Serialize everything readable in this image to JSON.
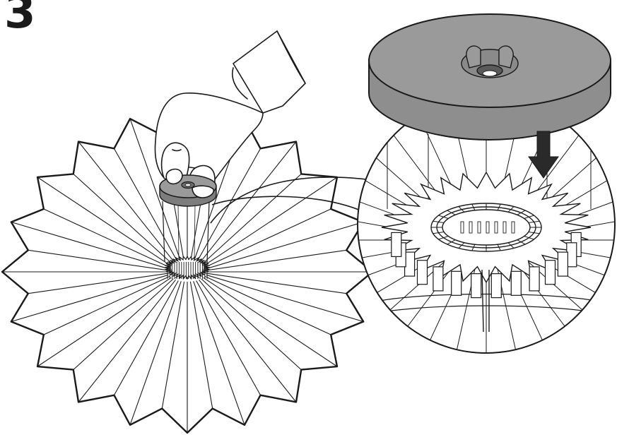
{
  "step": {
    "number": "3"
  },
  "shade": {
    "pleat_count": 20
  },
  "ring": {
    "slot_count": 28
  },
  "colors": {
    "line": "#1a1a1a",
    "cap_fill": "#9a9a9a",
    "cap_shadow": "#7d7d7d",
    "arrow": "#2a2a2a",
    "paper": "#ffffff"
  },
  "icons": {
    "insert_direction": "down-arrow-icon"
  }
}
